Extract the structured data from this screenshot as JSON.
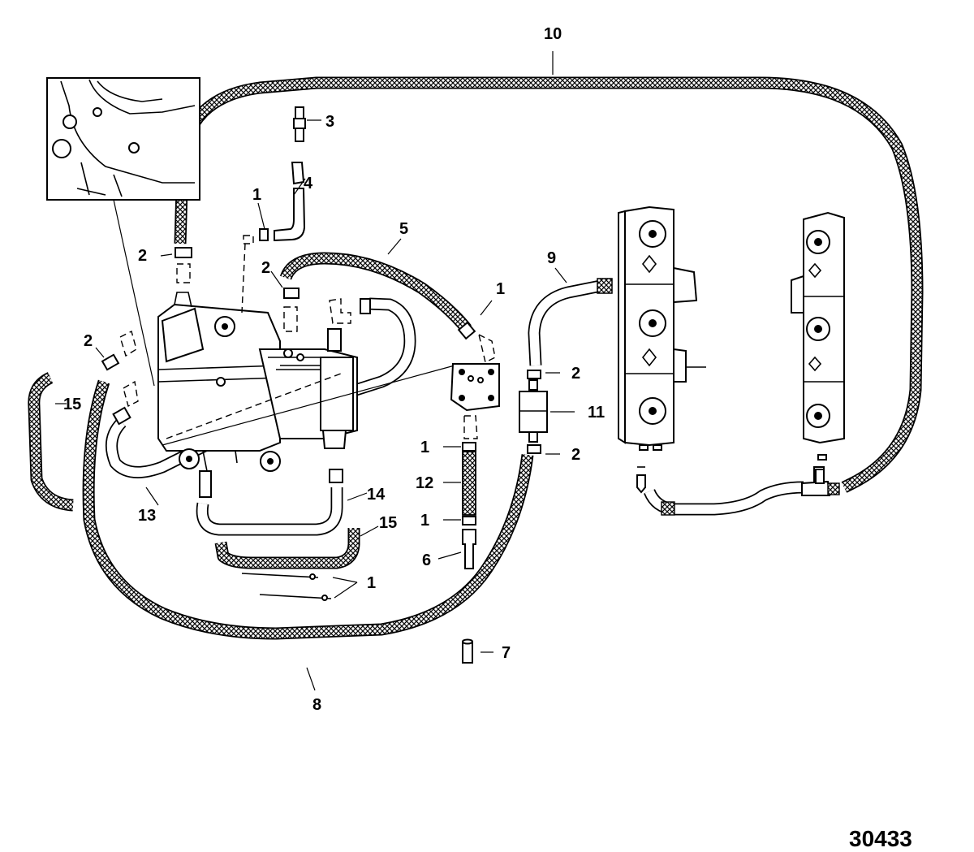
{
  "figure_number": "30433",
  "callouts": [
    {
      "id": "c10",
      "text": "10"
    },
    {
      "id": "c3",
      "text": "3"
    },
    {
      "id": "c4",
      "text": "4"
    },
    {
      "id": "c1a",
      "text": "1"
    },
    {
      "id": "c2a",
      "text": "2"
    },
    {
      "id": "c5",
      "text": "5"
    },
    {
      "id": "c2b",
      "text": "2"
    },
    {
      "id": "c9",
      "text": "9"
    },
    {
      "id": "c1b",
      "text": "1"
    },
    {
      "id": "c2c",
      "text": "2"
    },
    {
      "id": "c15a",
      "text": "15"
    },
    {
      "id": "c2d",
      "text": "2"
    },
    {
      "id": "c11",
      "text": "11"
    },
    {
      "id": "c1c",
      "text": "1"
    },
    {
      "id": "c2e",
      "text": "2"
    },
    {
      "id": "c12",
      "text": "12"
    },
    {
      "id": "c13",
      "text": "13"
    },
    {
      "id": "c14",
      "text": "14"
    },
    {
      "id": "c15b",
      "text": "15"
    },
    {
      "id": "c1d",
      "text": "1"
    },
    {
      "id": "c6",
      "text": "6"
    },
    {
      "id": "c1e",
      "text": "1"
    },
    {
      "id": "c7",
      "text": "7"
    },
    {
      "id": "c8",
      "text": "8"
    }
  ]
}
